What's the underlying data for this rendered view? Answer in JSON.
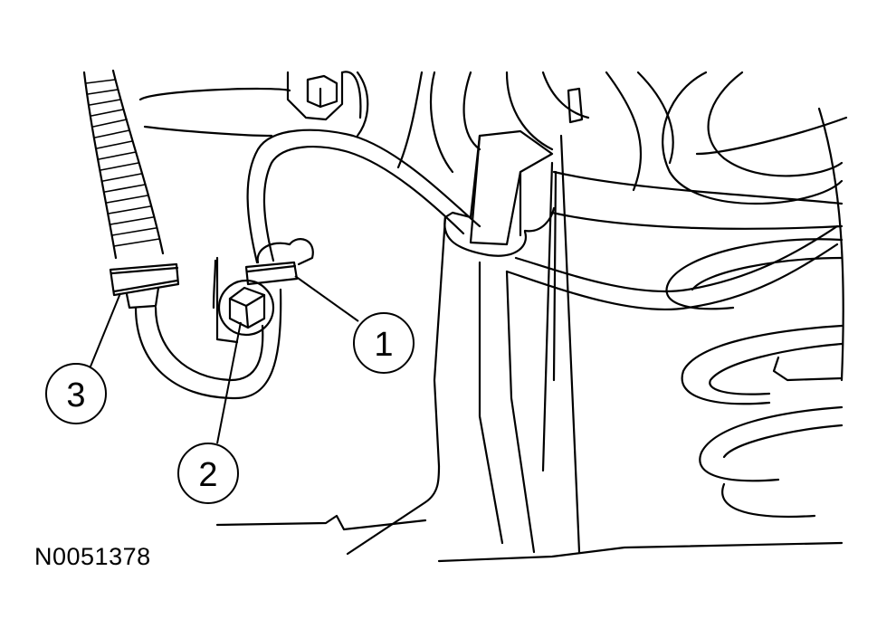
{
  "figure": {
    "id": "N0051378"
  },
  "callouts": [
    {
      "label": "1",
      "part": "clip"
    },
    {
      "label": "2",
      "part": "bolt"
    },
    {
      "label": "3",
      "part": "hose-clamp"
    }
  ]
}
